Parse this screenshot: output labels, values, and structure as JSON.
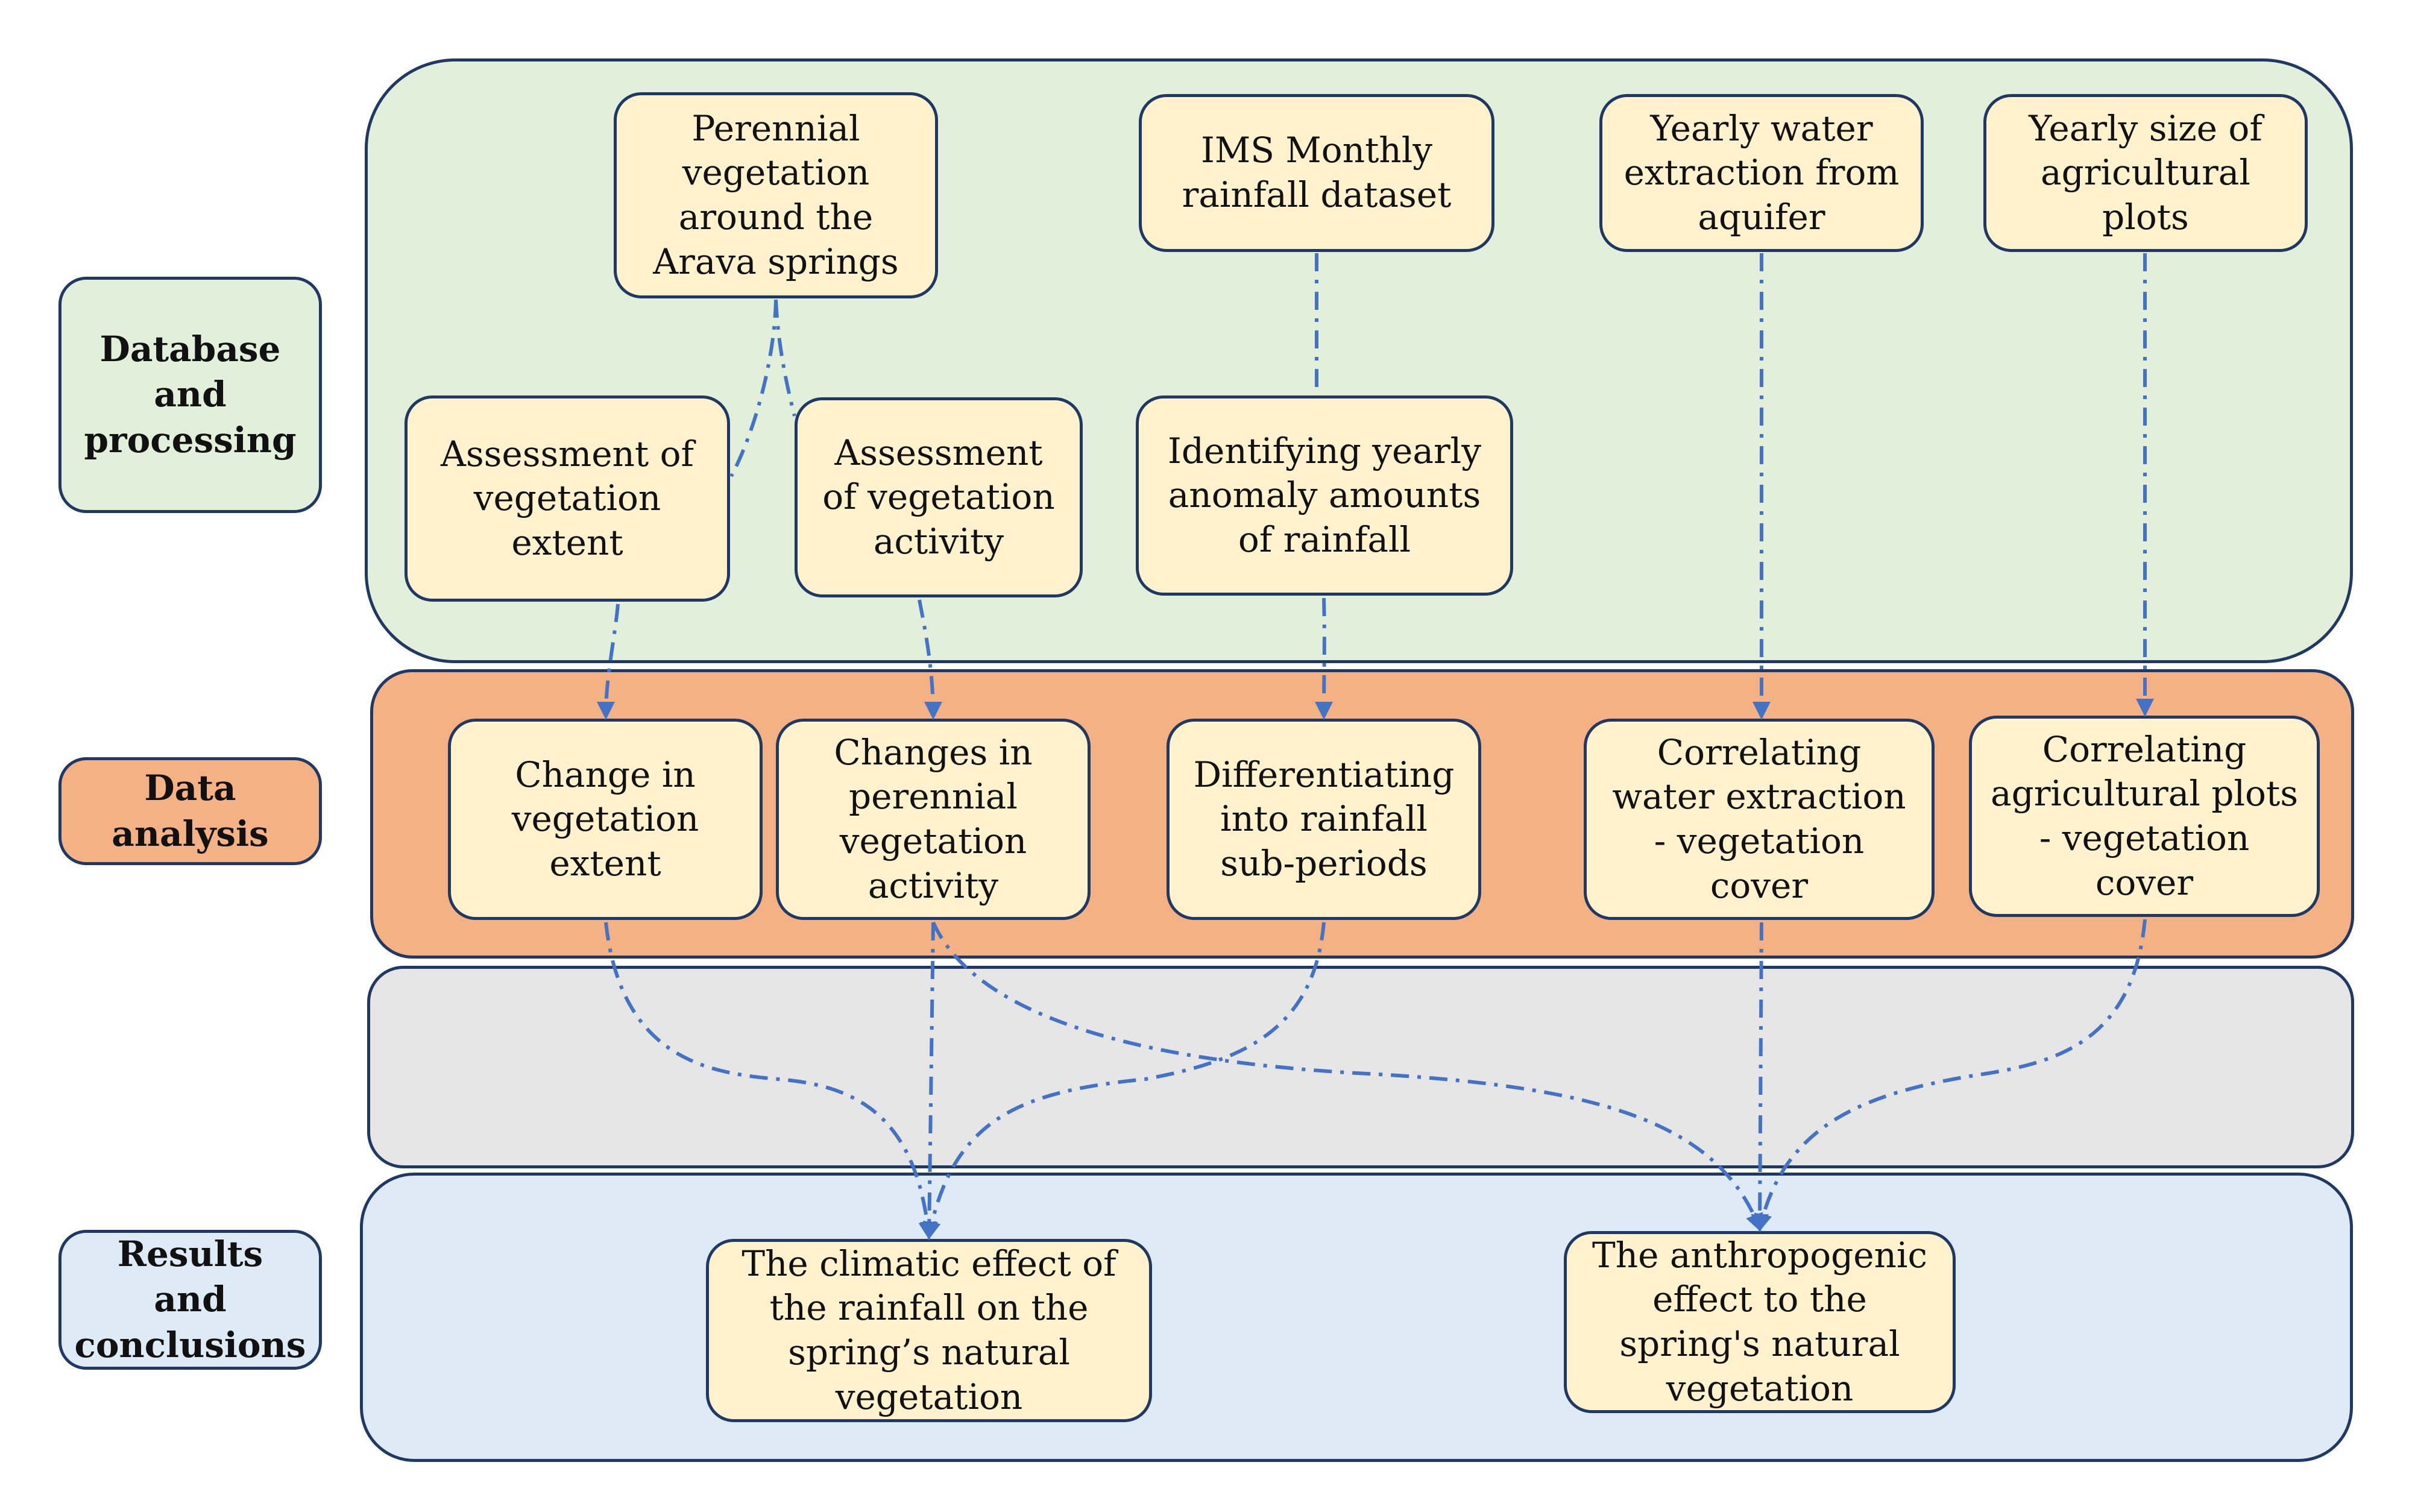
{
  "colors": {
    "database_panel": "#e2efda",
    "analysis_panel": "#f4b183",
    "blank_panel": "#e7e6e6",
    "results_panel": "#deebf7",
    "node_fill": "#fff2cc",
    "border": "#1f3864",
    "arrow": "#4472c4"
  },
  "sections": {
    "database": "Database\nand\nprocessing",
    "analysis": "Data\nanalysis",
    "results": "Results\nand\nconclusions"
  },
  "nodes": {
    "perennial_vegetation": "Perennial\nvegetation\naround the\nArava springs",
    "ims_rainfall": "IMS Monthly\nrainfall dataset",
    "water_extraction": "Yearly water\nextraction from\naquifer",
    "agri_plots_size": "Yearly size of\nagricultural\nplots",
    "assess_extent": "Assessment of\nvegetation\nextent",
    "assess_activity": "Assessment\nof vegetation\nactivity",
    "rainfall_anomaly": "Identifying yearly\nanomaly amounts\nof rainfall",
    "change_extent": "Change in\nvegetation\nextent",
    "change_activity": "Changes in\nperennial\nvegetation\nactivity",
    "rainfall_subperiods": "Differentiating\ninto rainfall\nsub-periods",
    "corr_water": "Correlating\nwater extraction\n- vegetation\ncover",
    "corr_agri": "Correlating\nagricultural plots\n- vegetation\ncover",
    "climatic_effect": "The climatic effect of\nthe rainfall on the\nspring’s natural\nvegetation",
    "anthropogenic_effect": "The anthropogenic\neffect  to the\nspring's natural\nvegetation"
  }
}
